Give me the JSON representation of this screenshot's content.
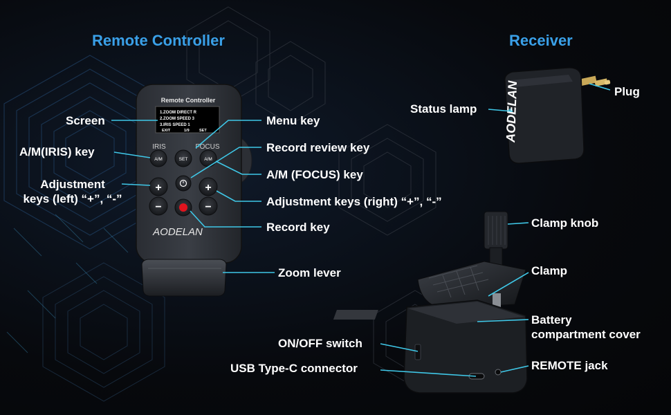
{
  "titles": {
    "remote": "Remote Controller",
    "receiver": "Receiver"
  },
  "remote": {
    "screen_header": "Remote Controller",
    "screen_lines": [
      "1.ZOOM DIRECT R",
      "2.ZOOM SPEED   3",
      "3.IRIS SPEED   1"
    ],
    "screen_footer": [
      "EXIT",
      "1/9",
      "SET"
    ],
    "iris_label": "IRIS",
    "focus_label": "FOCUS",
    "am_key": "A/M",
    "set_key": "SET",
    "plus": "+",
    "minus": "−",
    "brand": "AODELAN"
  },
  "receiver": {
    "brand": "AODELAN"
  },
  "labels": {
    "screen": "Screen",
    "am_iris": "A/M(IRIS) key",
    "adjust_left_1": "Adjustment",
    "adjust_left_2": "keys (left) “+”, “-”",
    "menu_key": "Menu key",
    "record_review": "Record review key",
    "am_focus": "A/M (FOCUS) key",
    "adjust_right": "Adjustment keys (right) “+”, “-”",
    "record_key": "Record key",
    "zoom_lever": "Zoom lever",
    "status_lamp": "Status lamp",
    "plug": "Plug",
    "clamp_knob": "Clamp knob",
    "clamp": "Clamp",
    "battery_1": "Battery",
    "battery_2": "compartment cover",
    "on_off": "ON/OFF switch",
    "usb": "USB Type-C connector",
    "remote_jack": "REMOTE jack"
  },
  "colors": {
    "accent": "#3aa0e8",
    "leader": "#3fc8e8",
    "record": "#e0141e"
  }
}
